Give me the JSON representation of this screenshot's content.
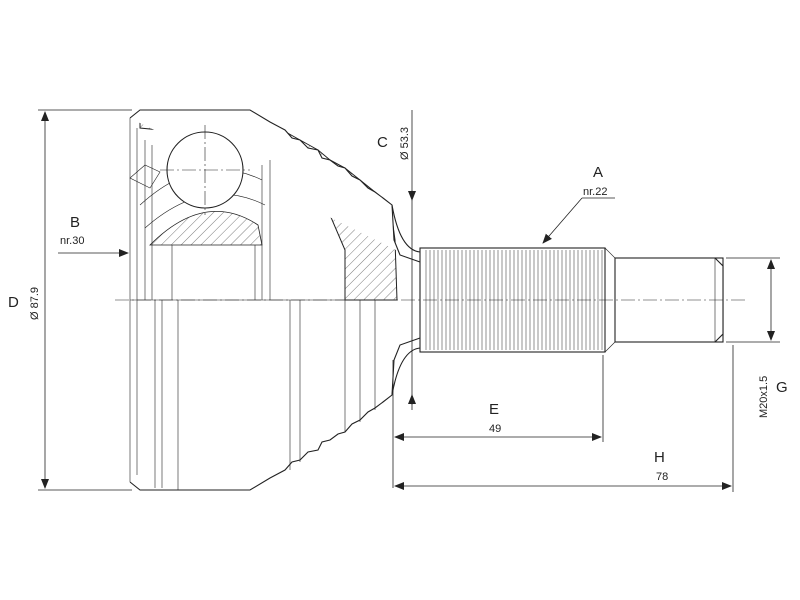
{
  "labels": {
    "A": {
      "letter": "A",
      "value": "nr.22"
    },
    "B": {
      "letter": "B",
      "value": "nr.30"
    },
    "C": {
      "letter": "C",
      "value": "Ø 53.3"
    },
    "D": {
      "letter": "D",
      "value": "Ø 87.9"
    },
    "E": {
      "letter": "E",
      "value": "49"
    },
    "G": {
      "letter": "G",
      "value": "M20x1.5"
    },
    "H": {
      "letter": "H",
      "value": "78"
    }
  },
  "colors": {
    "line": "#222222",
    "background": "#ffffff"
  }
}
